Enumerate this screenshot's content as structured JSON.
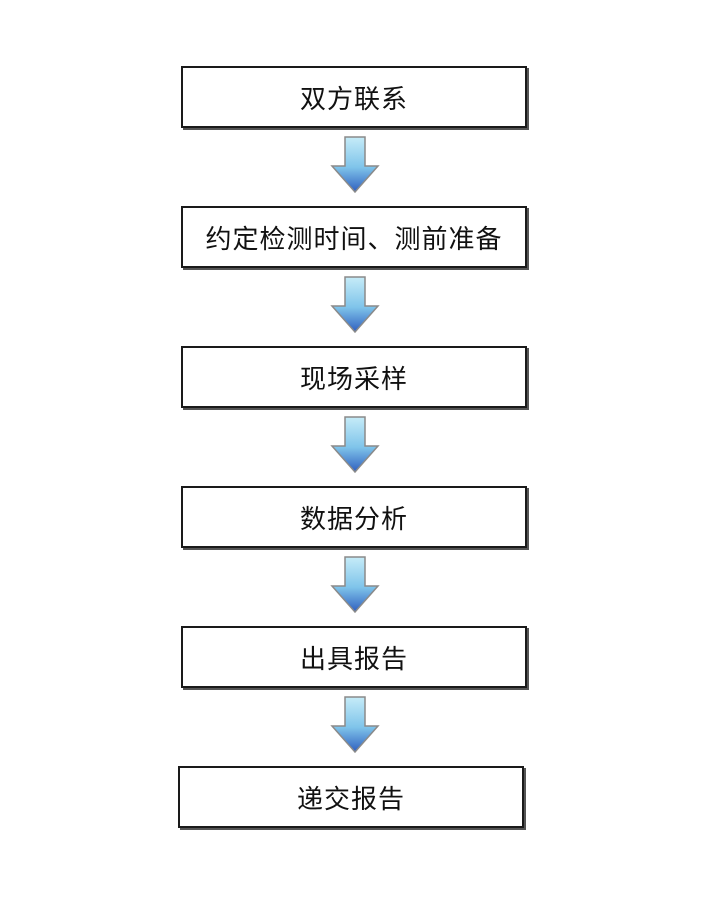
{
  "flowchart": {
    "steps": [
      {
        "label": "双方联系"
      },
      {
        "label": "约定检测时间、测前准备"
      },
      {
        "label": "现场采样"
      },
      {
        "label": "数据分析"
      },
      {
        "label": "出具报告"
      },
      {
        "label": "递交报告"
      }
    ],
    "arrow_icon": "down-arrow-icon",
    "colors": {
      "box_border": "#1a1a1a",
      "arrow_top": "#c6ecf8",
      "arrow_mid": "#7fc4ea",
      "arrow_bottom": "#2f5fbf",
      "arrow_outline": "#8a8a8a"
    }
  }
}
